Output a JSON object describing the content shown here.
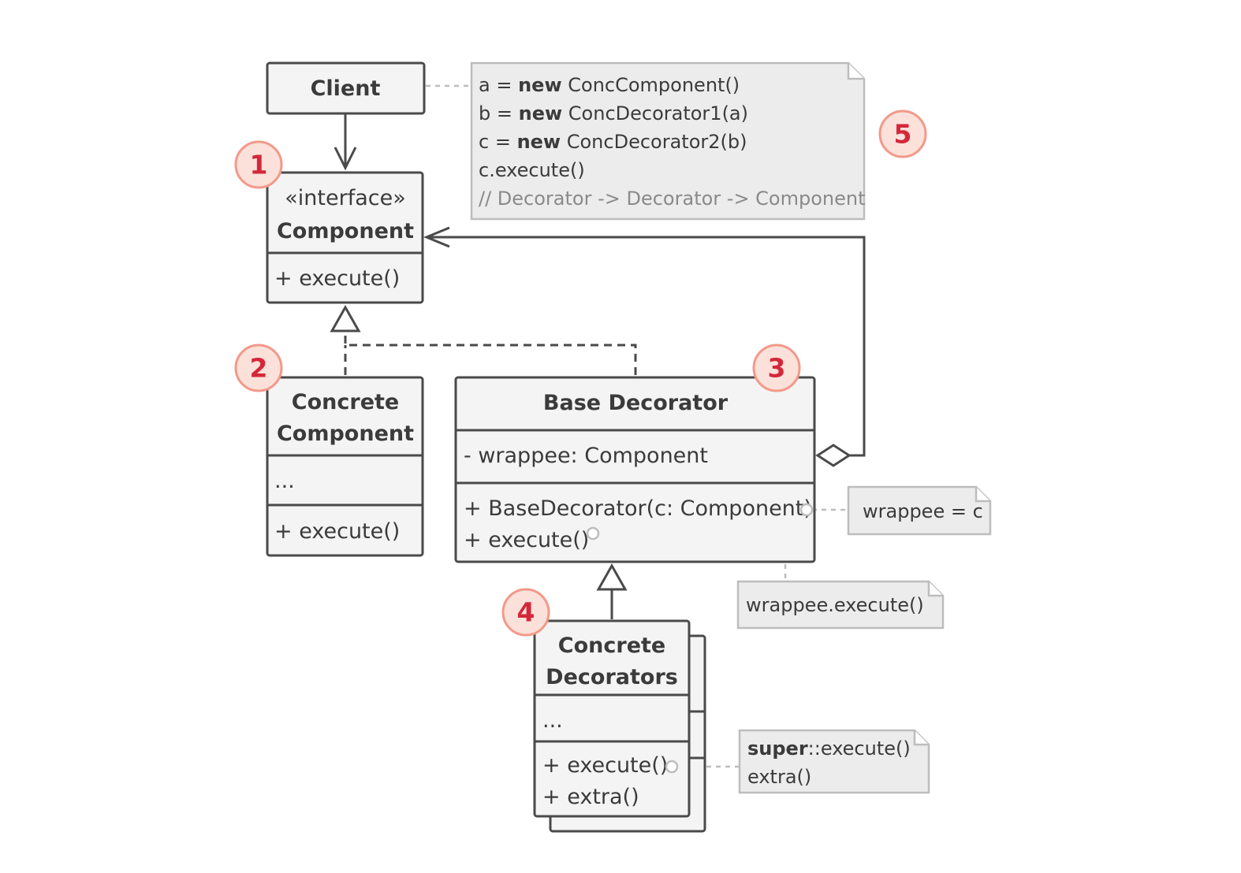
{
  "client": {
    "title": "Client"
  },
  "component": {
    "stereotype": "«interface»",
    "title": "Component",
    "method": "+ execute()"
  },
  "concrete_component": {
    "title_line1": "Concrete",
    "title_line2": "Component",
    "fields": "...",
    "method": "+ execute()"
  },
  "base_decorator": {
    "title": "Base Decorator",
    "field": "- wrappee: Component",
    "method1": "+ BaseDecorator(c: Component)",
    "method2": "+ execute()"
  },
  "concrete_decorators": {
    "title_line1": "Concrete",
    "title_line2": "Decorators",
    "fields": "...",
    "method1": "+ execute()",
    "method2": "+ extra()"
  },
  "client_note": {
    "line1": {
      "pre": "a = ",
      "kw": "new",
      "post": " ConcComponent()"
    },
    "line2": {
      "pre": "b = ",
      "kw": "new",
      "post": " ConcDecorator1(a)"
    },
    "line3": {
      "pre": "c = ",
      "kw": "new",
      "post": " ConcDecorator2(b)"
    },
    "line4": "c.execute()",
    "line5": "// Decorator -> Decorator -> Component"
  },
  "ctor_note": {
    "text": "wrappee = c"
  },
  "execute_note": {
    "text": "wrappee.execute()"
  },
  "extra_note": {
    "kw": "super",
    "post": "::execute()",
    "line2": "extra()"
  },
  "badges": {
    "b1": "1",
    "b2": "2",
    "b3": "3",
    "b4": "4",
    "b5": "5"
  },
  "colors": {
    "badge_fill": "#fbe1da",
    "badge_stroke": "#f3998a",
    "badge_text": "#d4283a",
    "box_fill": "#f4f4f4",
    "note_fill": "#ececec"
  }
}
